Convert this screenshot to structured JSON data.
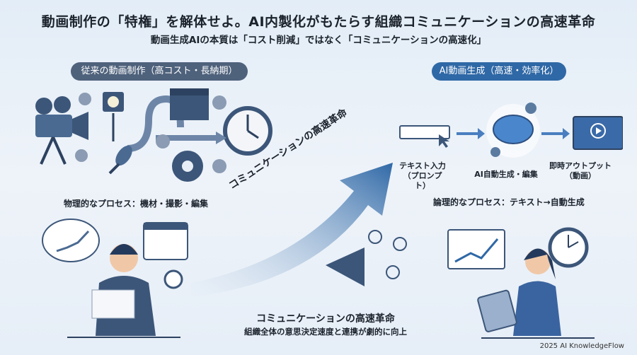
{
  "header": {
    "title": "動画制作の「特権」を解体せよ。AI内製化がもたらす組織コミュニケーションの高速革命",
    "subtitle": "動画生成AIの本質は「コスト削減」ではなく「コミュニケーションの高速化」"
  },
  "left_panel": {
    "pill": "従来の動画制作（高コスト・長納期）",
    "caption": "物理的なプロセス：機材・撮影・編集",
    "icons": [
      "video-camera-icon",
      "spotlight-icon",
      "clapperboard-icon",
      "clock-icon",
      "microphone-icon",
      "film-reel-icon",
      "gear-icon"
    ],
    "colors": {
      "pill": "#4f627c"
    }
  },
  "right_panel": {
    "pill": "AI動画生成（高速・効率化）",
    "steps": [
      {
        "label": "テキスト入力",
        "sub": "（プロンプト）"
      },
      {
        "label": "AI自動生成・編集",
        "sub": ""
      },
      {
        "label": "即時アウトプット",
        "sub": "（動画）"
      }
    ],
    "caption": "論理的なプロセス：テキスト→自動生成",
    "colors": {
      "pill": "#2f68a6"
    }
  },
  "center": {
    "arrow_text": "コミュニケーションの高速革命",
    "heading": "コミュニケーションの高速革命",
    "subheading": "組織全体の意思決定速度と連携が劇的に向上"
  },
  "footer": {
    "credit": "2025 AI KnowledgeFlow"
  }
}
